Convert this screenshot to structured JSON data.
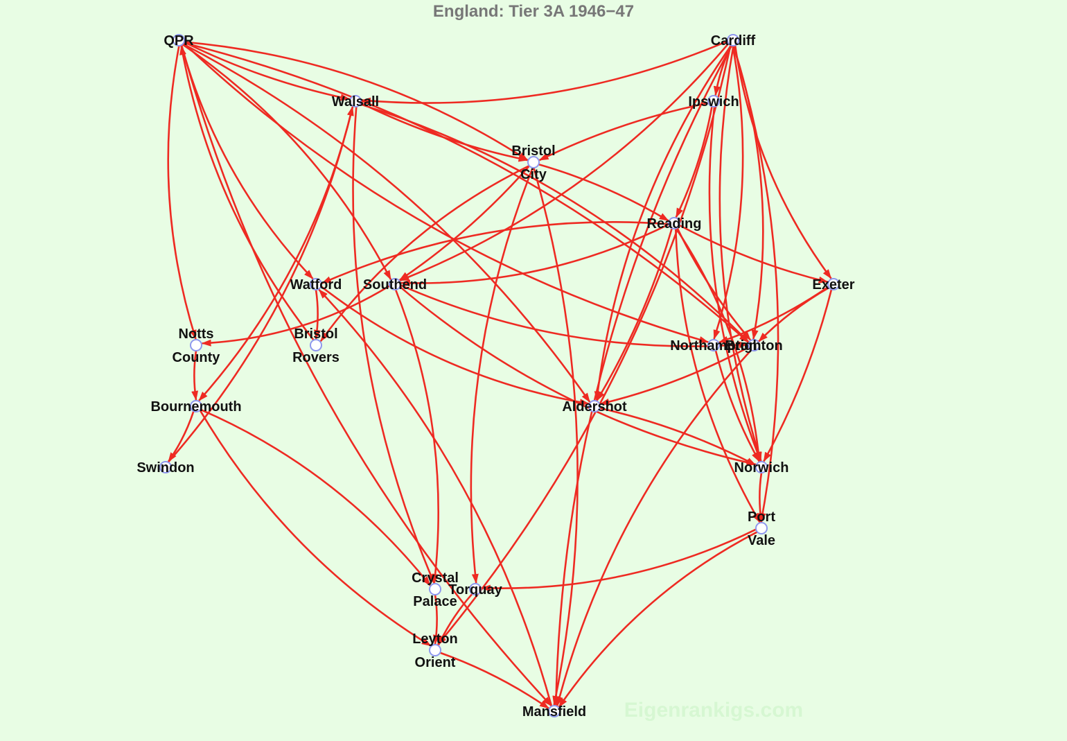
{
  "title": "England: Tier 3A 1946−47",
  "watermark": "Eigenrankigs.com",
  "colors": {
    "background": "#e8fde4",
    "edge": "#ee2a22",
    "node_fill": "#ffffff",
    "node_stroke": "#8e97ee",
    "title": "#777777",
    "label": "#111111"
  },
  "nodes": [
    {
      "id": "QPR",
      "lines": [
        "QPR"
      ]
    },
    {
      "id": "Cardiff",
      "lines": [
        "Cardiff"
      ]
    },
    {
      "id": "Walsall",
      "lines": [
        "Walsall"
      ]
    },
    {
      "id": "Ipswich",
      "lines": [
        "Ipswich"
      ]
    },
    {
      "id": "Bristol City",
      "lines": [
        "Bristol",
        "City"
      ]
    },
    {
      "id": "Reading",
      "lines": [
        "Reading"
      ]
    },
    {
      "id": "Watford",
      "lines": [
        "Watford"
      ]
    },
    {
      "id": "Southend",
      "lines": [
        "Southend"
      ]
    },
    {
      "id": "Exeter",
      "lines": [
        "Exeter"
      ]
    },
    {
      "id": "Notts County",
      "lines": [
        "Notts",
        "County"
      ]
    },
    {
      "id": "Bristol Rovers",
      "lines": [
        "Bristol",
        "Rovers"
      ]
    },
    {
      "id": "Northampton",
      "lines": [
        "Northampton"
      ]
    },
    {
      "id": "Brighton",
      "lines": [
        "Brighton"
      ]
    },
    {
      "id": "Bournemouth",
      "lines": [
        "Bournemouth"
      ]
    },
    {
      "id": "Aldershot",
      "lines": [
        "Aldershot"
      ]
    },
    {
      "id": "Swindon",
      "lines": [
        "Swindon"
      ]
    },
    {
      "id": "Norwich",
      "lines": [
        "Norwich"
      ]
    },
    {
      "id": "Port Vale",
      "lines": [
        "Port",
        "Vale"
      ]
    },
    {
      "id": "Crystal Palace",
      "lines": [
        "Crystal",
        "Palace"
      ]
    },
    {
      "id": "Torquay",
      "lines": [
        "Torquay"
      ]
    },
    {
      "id": "Leyton Orient",
      "lines": [
        "Leyton",
        "Orient"
      ]
    },
    {
      "id": "Mansfield",
      "lines": [
        "Mansfield"
      ]
    }
  ],
  "edges": [
    [
      "QPR",
      "Walsall"
    ],
    [
      "QPR",
      "Bristol City"
    ],
    [
      "QPR",
      "Watford"
    ],
    [
      "QPR",
      "Southend"
    ],
    [
      "QPR",
      "Notts County"
    ],
    [
      "QPR",
      "Aldershot"
    ],
    [
      "QPR",
      "Northampton"
    ],
    [
      "QPR",
      "Brighton"
    ],
    [
      "QPR",
      "Mansfield"
    ],
    [
      "Cardiff",
      "Walsall"
    ],
    [
      "Cardiff",
      "Ipswich"
    ],
    [
      "Cardiff",
      "Southend"
    ],
    [
      "Cardiff",
      "Aldershot"
    ],
    [
      "Cardiff",
      "Northampton"
    ],
    [
      "Cardiff",
      "Exeter"
    ],
    [
      "Cardiff",
      "Brighton"
    ],
    [
      "Cardiff",
      "Norwich"
    ],
    [
      "Cardiff",
      "Port Vale"
    ],
    [
      "Cardiff",
      "Mansfield"
    ],
    [
      "Cardiff",
      "Leyton Orient"
    ],
    [
      "Walsall",
      "Bristol City"
    ],
    [
      "Walsall",
      "Brighton"
    ],
    [
      "Walsall",
      "Crystal Palace"
    ],
    [
      "Walsall",
      "Bournemouth"
    ],
    [
      "Ipswich",
      "Bristol City"
    ],
    [
      "Ipswich",
      "Reading"
    ],
    [
      "Ipswich",
      "Norwich"
    ],
    [
      "Bristol City",
      "Reading"
    ],
    [
      "Bristol City",
      "Torquay"
    ],
    [
      "Bristol City",
      "Mansfield"
    ],
    [
      "Bristol City",
      "Bristol Rovers"
    ],
    [
      "Bristol City",
      "Southend"
    ],
    [
      "Reading",
      "Watford"
    ],
    [
      "Reading",
      "Southend"
    ],
    [
      "Reading",
      "Exeter"
    ],
    [
      "Reading",
      "Aldershot"
    ],
    [
      "Reading",
      "Brighton"
    ],
    [
      "Reading",
      "Norwich"
    ],
    [
      "Reading",
      "Port Vale"
    ],
    [
      "Watford",
      "Bristol Rovers"
    ],
    [
      "Watford",
      "Aldershot"
    ],
    [
      "Southend",
      "Notts County"
    ],
    [
      "Southend",
      "Brighton"
    ],
    [
      "Southend",
      "Crystal Palace"
    ],
    [
      "Southend",
      "Norwich"
    ],
    [
      "Exeter",
      "Northampton"
    ],
    [
      "Exeter",
      "Brighton"
    ],
    [
      "Exeter",
      "Norwich"
    ],
    [
      "Notts County",
      "Bournemouth"
    ],
    [
      "Bristol Rovers",
      "QPR"
    ],
    [
      "Northampton",
      "Norwich"
    ],
    [
      "Brighton",
      "Aldershot"
    ],
    [
      "Brighton",
      "Mansfield"
    ],
    [
      "Bournemouth",
      "Swindon"
    ],
    [
      "Bournemouth",
      "Leyton Orient"
    ],
    [
      "Bournemouth",
      "Crystal Palace"
    ],
    [
      "Swindon",
      "Walsall"
    ],
    [
      "Aldershot",
      "Norwich"
    ],
    [
      "Norwich",
      "Port Vale"
    ],
    [
      "Port Vale",
      "Torquay"
    ],
    [
      "Port Vale",
      "Mansfield"
    ],
    [
      "Crystal Palace",
      "Leyton Orient"
    ],
    [
      "Torquay",
      "Leyton Orient"
    ],
    [
      "Leyton Orient",
      "Mansfield"
    ],
    [
      "Mansfield",
      "Watford"
    ]
  ]
}
